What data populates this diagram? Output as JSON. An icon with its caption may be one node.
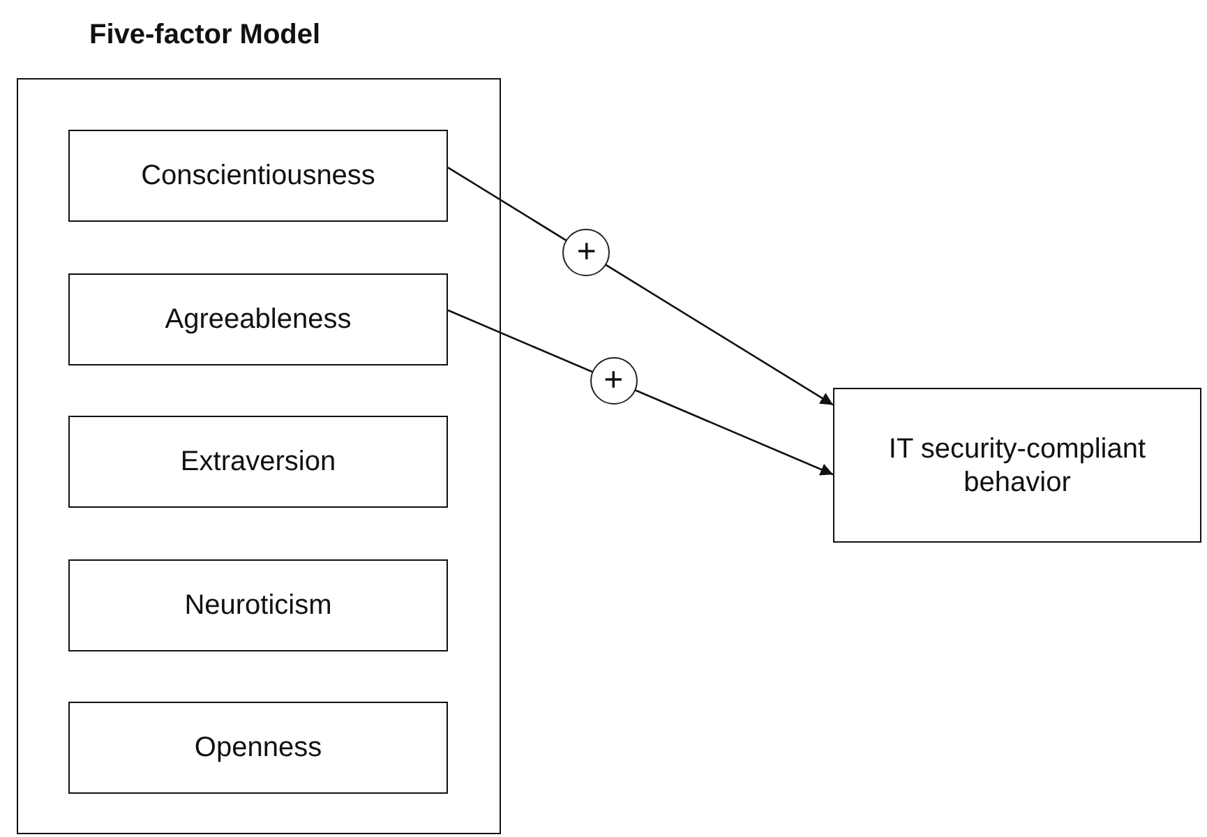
{
  "diagram": {
    "nodes": [
      {
        "text": [
          "Five-factor Model"
        ]
      },
      {
        "text": [
          "Conscientiousness"
        ],
        "in": 0
      },
      {
        "text": [
          "Agreeableness"
        ],
        "in": 0
      },
      {
        "text": [
          "Extraversion"
        ],
        "in": 0
      },
      {
        "text": [
          "Neuroticism"
        ],
        "in": 0
      },
      {
        "text": [
          "Openness"
        ],
        "in": 0
      },
      {
        "text": [
          "IT security-compliant behavior"
        ]
      }
    ],
    "edges": [
      {
        "from": 1,
        "to": 6,
        "arrow": "to",
        "label": "+"
      },
      {
        "from": 2,
        "to": 6,
        "arrow": "to",
        "label": "+"
      }
    ]
  }
}
